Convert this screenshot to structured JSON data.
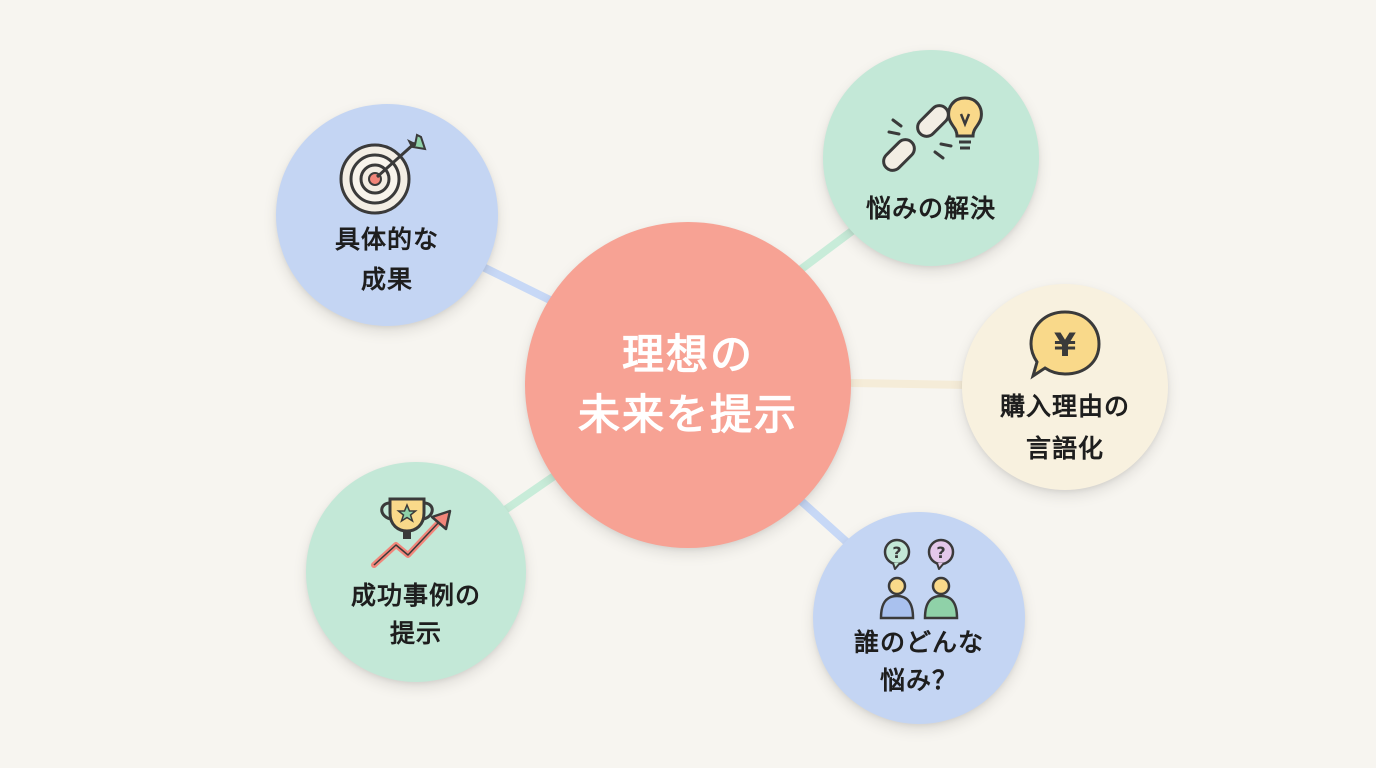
{
  "colors": {
    "background": "#f7f5f0",
    "center": "#f7a294",
    "blue": "#c4d5f3",
    "green": "#c3e8d7",
    "cream": "#f8f1df",
    "link_blue": "#c7d8f6",
    "link_green": "#c8ecd9",
    "link_cream": "#f5ecd8"
  },
  "center": {
    "label_line1": "理想の",
    "label_line2": "未来を提示"
  },
  "nodes": [
    {
      "label_line1": "具体的な",
      "label_line2": "成果",
      "icon": "target-icon"
    },
    {
      "label_line1": "悩みの解決",
      "label_line2": "",
      "icon": "broken-chain-lightbulb-icon"
    },
    {
      "label_line1": "購入理由の",
      "label_line2": "言語化",
      "icon": "yen-speech-bubble-icon"
    },
    {
      "label_line1": "成功事例の",
      "label_line2": "提示",
      "icon": "trophy-growth-icon"
    },
    {
      "label_line1": "誰のどんな",
      "label_line2": "悩み？",
      "icon": "people-question-icon"
    }
  ],
  "icon_glyphs": {
    "yen": "¥",
    "question": "?"
  }
}
